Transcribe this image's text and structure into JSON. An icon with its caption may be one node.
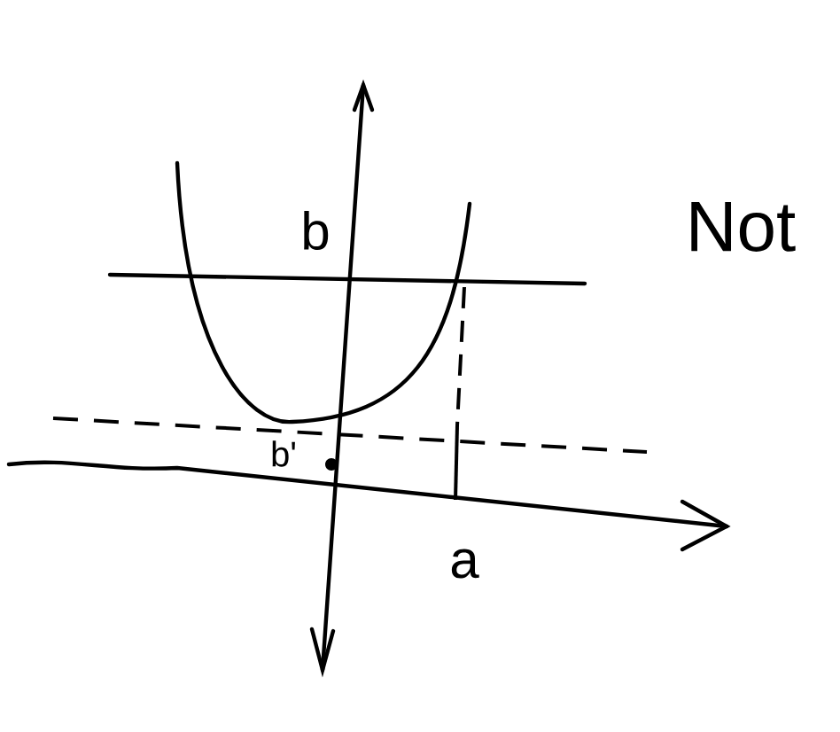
{
  "diagram": {
    "labels": [
      "b",
      "b'",
      "a",
      "Not"
    ]
  }
}
